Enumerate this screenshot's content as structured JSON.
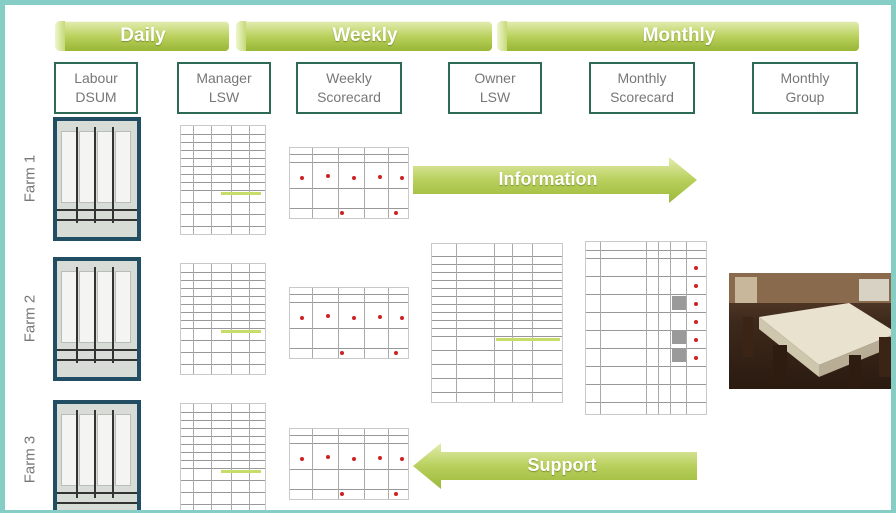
{
  "bands": [
    {
      "label": "Daily"
    },
    {
      "label": "Weekly"
    },
    {
      "label": "Monthly"
    }
  ],
  "headers": [
    {
      "line1": "Labour",
      "line2": "DSUM"
    },
    {
      "line1": "Manager",
      "line2": "LSW"
    },
    {
      "line1": "Weekly",
      "line2": "Scorecard"
    },
    {
      "line1": "Owner",
      "line2": "LSW"
    },
    {
      "line1": "Monthly",
      "line2": "Scorecard"
    },
    {
      "line1": "Monthly",
      "line2": "Group"
    }
  ],
  "farms": [
    {
      "label": "Farm 1"
    },
    {
      "label": "Farm 2"
    },
    {
      "label": "Farm 3"
    }
  ],
  "arrows": {
    "information": "Information",
    "support": "Support"
  },
  "colors": {
    "frame": "#86cdc5",
    "header_border": "#2e6b55",
    "band_green": "#a9c54a",
    "arrow_green": "#b3cc55"
  }
}
